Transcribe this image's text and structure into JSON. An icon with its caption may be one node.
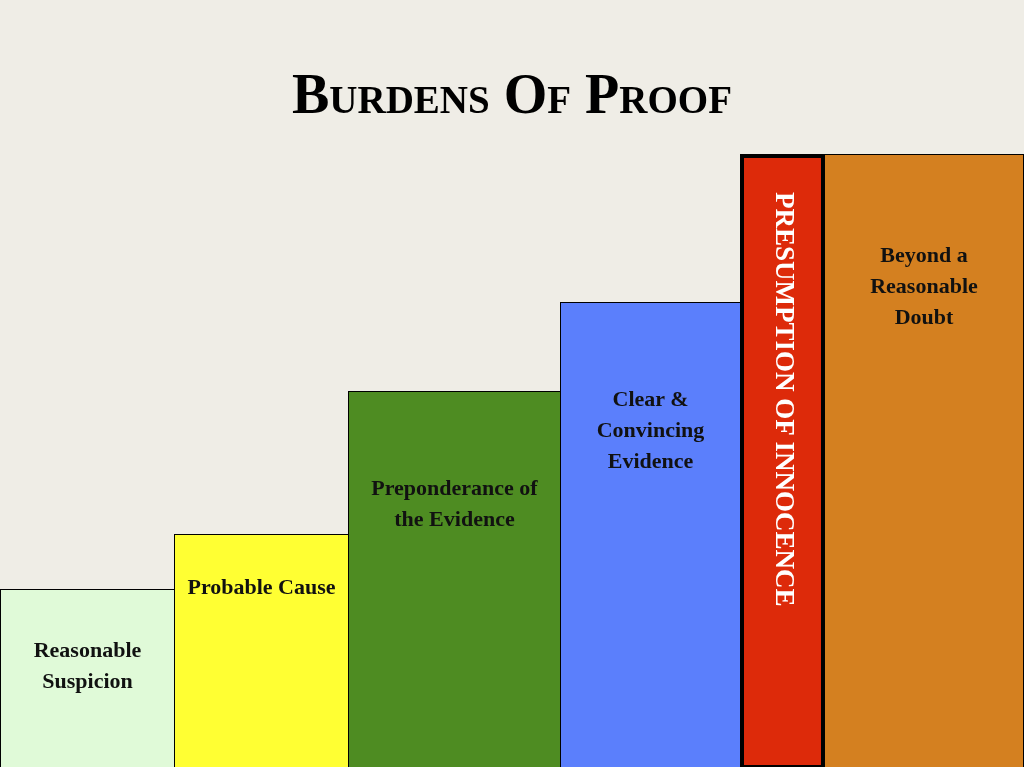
{
  "diagram": {
    "title": "Burdens Of Proof",
    "nodes": [
      {
        "text": [
          "Reasonable Suspicion"
        ]
      },
      {
        "text": [
          "Probable Cause"
        ]
      },
      {
        "text": [
          "Preponderance of the Evidence"
        ]
      },
      {
        "text": [
          "Clear & Convincing Evidence"
        ]
      },
      {
        "text": [
          "PRESUMPTION OF INNOCENCE"
        ]
      },
      {
        "text": [
          "Beyond a Reasonable Doubt"
        ]
      }
    ]
  }
}
